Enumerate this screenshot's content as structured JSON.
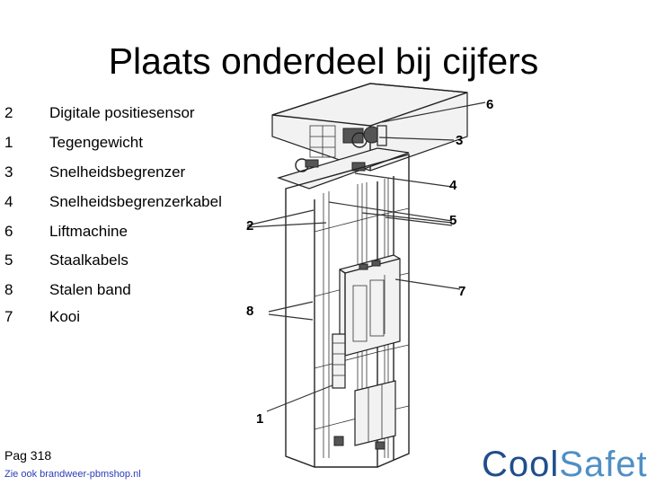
{
  "title": "Plaats onderdeel bij cijfers",
  "legend": [
    {
      "num": "2",
      "label": "Digitale positiesensor"
    },
    {
      "num": "1",
      "label": "Tegengewicht"
    },
    {
      "num": "3",
      "label": "Snelheidsbegrenzer"
    },
    {
      "num": "4",
      "label": "Snelheidsbegrenzerkabel"
    },
    {
      "num": "6",
      "label": "Liftmachine"
    },
    {
      "num": "5",
      "label": "Staalkabels"
    },
    {
      "num": "8",
      "label": "Stalen band"
    },
    {
      "num": "7",
      "label": "Kooi"
    }
  ],
  "callouts": {
    "c6": "6",
    "c3": "3",
    "c4": "4",
    "c5": "5",
    "c2": "2",
    "c7": "7",
    "c8": "8",
    "c1": "1"
  },
  "footer": {
    "page_ref": "Pag 318",
    "source_ref": "Zie ook brandweer-pbmshop.nl"
  },
  "logo": {
    "part1": "Cool",
    "part2": "Safety"
  }
}
